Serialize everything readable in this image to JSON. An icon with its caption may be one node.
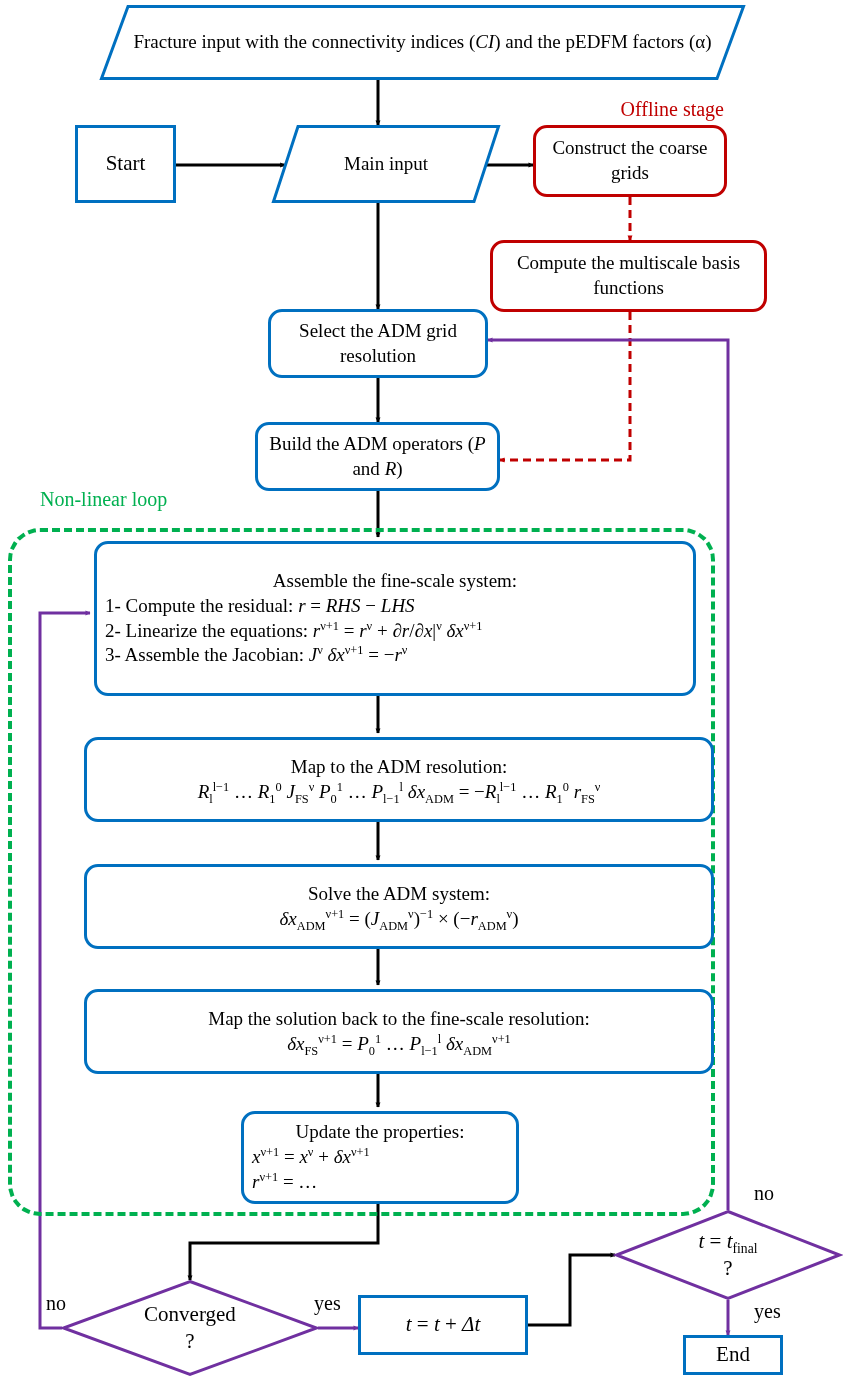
{
  "diagram": {
    "nodes": [
      {
        "text": [
          "Fracture input with the connectivity indices (*CI*) and the pEDFM factors (α)"
        ]
      },
      {
        "text": [
          "Start"
        ]
      },
      {
        "text": [
          "Main input"
        ]
      },
      {
        "text": [
          "Construct the coarse grids"
        ],
        "beside": [
          "Offline stage"
        ]
      },
      {
        "text": [
          "Compute the multiscale basis functions"
        ]
      },
      {
        "text": [
          "Select the ADM grid resolution"
        ]
      },
      {
        "text": [
          "Build the ADM operators (*P* and *R*)"
        ]
      },
      {
        "text": [
          "Non-linear loop"
        ]
      },
      {
        "text": [
          "Assemble the fine-scale system:",
          "1- Compute the residual: *r* = *RHS* − *LHS*",
          "2- Linearize the equations: *r*$^{ν+1}$ = *r*$^{ν}$ + ∂*r*/∂*x*|$^{ν}$ *δx*$^{ν+1}$",
          "3- Assemble the Jacobian: *J*$^{ν}$ *δx*$^{ν+1}$ = −*r*$^{ν}$"
        ],
        "in": 7
      },
      {
        "text": [
          "Map to the ADM resolution:",
          "*R*$_{l}$$^{l−1}$ … *R*$_{1}$$^{0}$ *J*$_{FS}$$^{ν}$ *P*$_{0}$$^{1}$ … *P*$_{l−1}$$^{l}$ *δx*$_{ADM}$ = −*R*$_{l}$$^{l−1}$ … *R*$_{1}$$^{0}$ *r*$_{FS}$$^{ν}$"
        ],
        "in": 7
      },
      {
        "text": [
          "Solve the ADM system:",
          "*δx*$_{ADM}$$^{ν+1}$ = (*J*$_{ADM}$$^{ν}$)$^{−1}$ × (−*r*$_{ADM}$$^{ν}$)"
        ],
        "in": 7
      },
      {
        "text": [
          "Map the solution back to the fine-scale resolution:",
          "*δx*$_{FS}$$^{ν+1}$ = *P*$_{0}$$^{1}$ … *P*$_{l−1}$$^{l}$ *δx*$_{ADM}$$^{ν+1}$"
        ],
        "in": 7
      },
      {
        "text": [
          "Update the properties:",
          "*x*$^{ν+1}$ = *x*$^{ν}$ + *δx*$^{ν+1}$",
          "*r*$^{ν+1}$ = …"
        ],
        "in": 7
      },
      {
        "text": [
          "Converged",
          "?"
        ]
      },
      {
        "text": [
          "*t* = *t* + *Δt*"
        ]
      },
      {
        "text": [
          "*t* = *t*$_{final}$",
          "?"
        ]
      },
      {
        "text": [
          "End"
        ]
      }
    ],
    "edges": [
      {
        "from": 0,
        "to": 2,
        "arrow": "to"
      },
      {
        "from": 1,
        "to": 2,
        "arrow": "to"
      },
      {
        "from": 2,
        "to": 3,
        "arrow": "to"
      },
      {
        "from": 3,
        "to": 4,
        "arrow": "to",
        "style": "dashed",
        "color": "#c00000"
      },
      {
        "from": 4,
        "to": 6,
        "arrow": "to",
        "style": "dashed",
        "color": "#c00000"
      },
      {
        "from": 2,
        "to": 5,
        "arrow": "to"
      },
      {
        "from": 5,
        "to": 6,
        "arrow": "to"
      },
      {
        "from": 6,
        "to": 8,
        "arrow": "to"
      },
      {
        "from": 8,
        "to": 9,
        "arrow": "to"
      },
      {
        "from": 9,
        "to": 10,
        "arrow": "to"
      },
      {
        "from": 10,
        "to": 11,
        "arrow": "to"
      },
      {
        "from": 11,
        "to": 12,
        "arrow": "to"
      },
      {
        "from": 12,
        "to": 13,
        "arrow": "to"
      },
      {
        "from": 13,
        "to": 8,
        "arrow": "to",
        "label": "no",
        "color": "#7030a0"
      },
      {
        "from": 13,
        "to": 14,
        "arrow": "to",
        "label": "yes",
        "color": "#7030a0"
      },
      {
        "from": 14,
        "to": 15,
        "arrow": "to"
      },
      {
        "from": 15,
        "to": 5,
        "arrow": "to",
        "label": "no",
        "color": "#7030a0"
      },
      {
        "from": 15,
        "to": 16,
        "arrow": "to",
        "label": "yes",
        "color": "#7030a0"
      }
    ]
  }
}
